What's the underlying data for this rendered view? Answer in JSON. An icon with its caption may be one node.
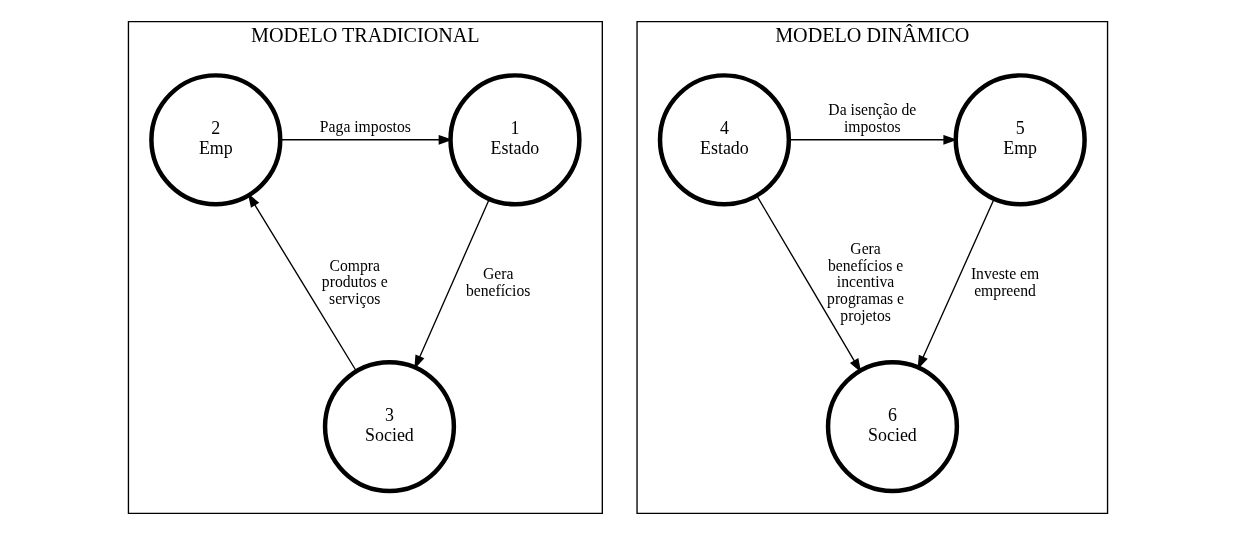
{
  "diagram": {
    "nodes": [
      {
        "text": [
          "MODELO TRADICIONAL"
        ]
      },
      {
        "text": [
          "1",
          "Estado"
        ],
        "in": 0
      },
      {
        "text": [
          "2",
          "Emp"
        ],
        "in": 0
      },
      {
        "text": [
          "3",
          "Socied"
        ],
        "in": 0
      },
      {
        "text": [
          "MODELO DINÂMICO"
        ]
      },
      {
        "text": [
          "4",
          "Estado"
        ],
        "in": 4
      },
      {
        "text": [
          "5",
          "Emp"
        ],
        "in": 4
      },
      {
        "text": [
          "6",
          "Socied"
        ],
        "in": 4
      }
    ],
    "edges": [
      {
        "from": 2,
        "to": 1,
        "arrow": "to",
        "label": "Paga impostos"
      },
      {
        "from": 1,
        "to": 3,
        "arrow": "to",
        "label": "Gera benefícios"
      },
      {
        "from": 3,
        "to": 2,
        "arrow": "to",
        "label": "Compra produtos e serviços"
      },
      {
        "from": 5,
        "to": 6,
        "arrow": "to",
        "label": "Da isenção de impostos"
      },
      {
        "from": 5,
        "to": 7,
        "arrow": "to",
        "label": "Gera benefícios e incentiva programas e projetos"
      },
      {
        "from": 6,
        "to": 7,
        "arrow": "to",
        "label": "Investe em empreend"
      }
    ]
  }
}
